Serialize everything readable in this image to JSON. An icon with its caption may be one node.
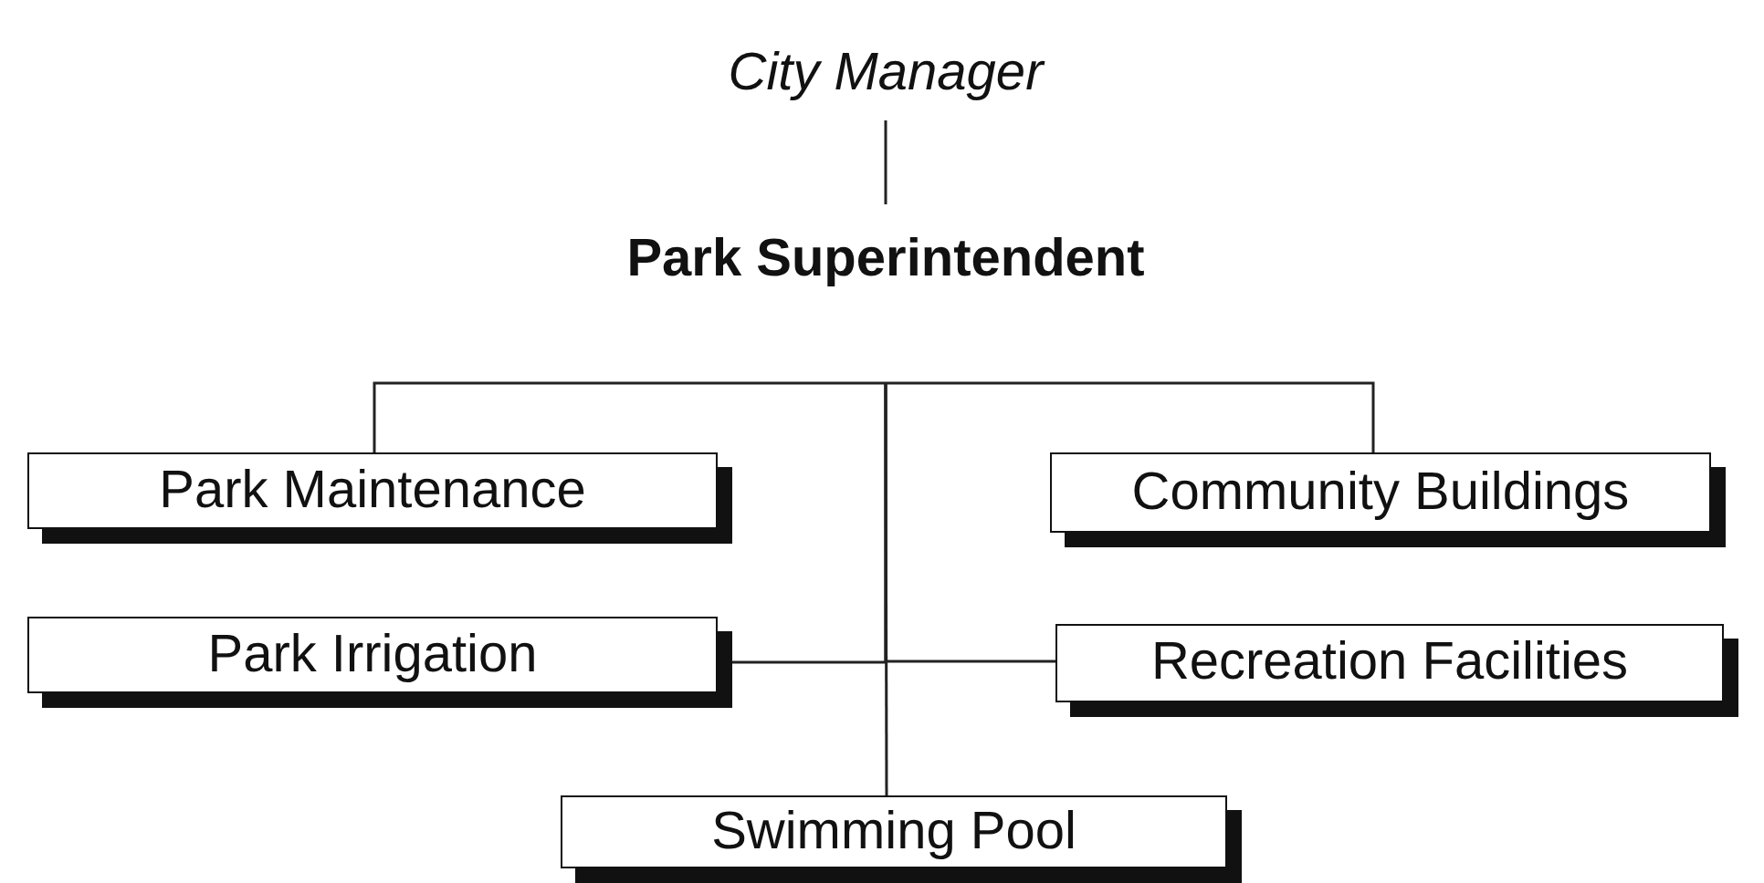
{
  "diagram": {
    "nodes": [
      {
        "text": [
          "City Manager"
        ]
      },
      {
        "text": [
          "Park Superintendent"
        ]
      },
      {
        "text": [
          "Park Maintenance"
        ]
      },
      {
        "text": [
          "Community Buildings"
        ]
      },
      {
        "text": [
          "Park Irrigation"
        ]
      },
      {
        "text": [
          "Recreation Facilities"
        ]
      },
      {
        "text": [
          "Swimming Pool"
        ]
      }
    ],
    "edges": [
      {
        "from": 0,
        "to": 1,
        "arrow": "none"
      },
      {
        "from": 1,
        "to": 2,
        "arrow": "none"
      },
      {
        "from": 1,
        "to": 3,
        "arrow": "none"
      },
      {
        "from": 1,
        "to": 4,
        "arrow": "none"
      },
      {
        "from": 1,
        "to": 5,
        "arrow": "none"
      },
      {
        "from": 1,
        "to": 6,
        "arrow": "none"
      }
    ]
  }
}
